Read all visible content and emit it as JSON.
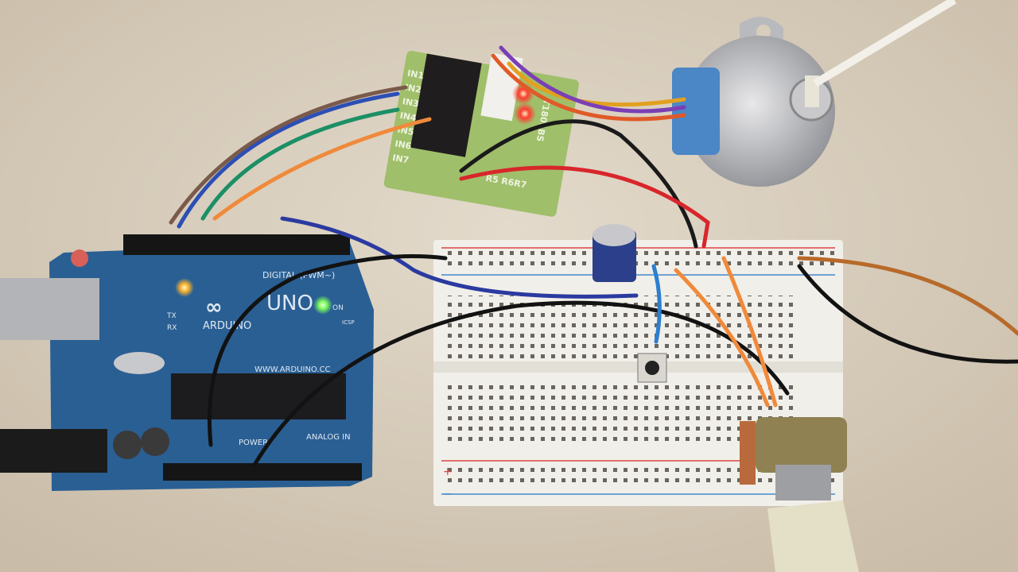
{
  "scene": {
    "arduino": {
      "brand": "ARDUINO",
      "model": "UNO",
      "digital_label": "DIGITAL (PWM~)",
      "on_label": "ON",
      "tx_label": "TX",
      "rx_label": "RX",
      "website": "WWW.ARDUINO.CC",
      "power_label": "POWER",
      "analog_label": "ANALOG IN",
      "icsp_label": "ICSP"
    },
    "driver_board": {
      "inputs": [
        "IN1",
        "IN2",
        "IN3",
        "IN4",
        "IN5",
        "IN6",
        "IN7"
      ],
      "chip_marking": "T1801BS",
      "resistor_label": "R5 R6R7"
    },
    "breadboard": {
      "plus": "+",
      "minus": "−"
    },
    "colors": {
      "arduino_pcb": "#2a5f93",
      "driver_pcb": "#9fbf6a",
      "breadboard": "#f1efe9",
      "background": "#d8cdbd",
      "led_red": "#ff3b30",
      "led_green": "#7dff5a",
      "led_yellow": "#ffb52e"
    }
  }
}
